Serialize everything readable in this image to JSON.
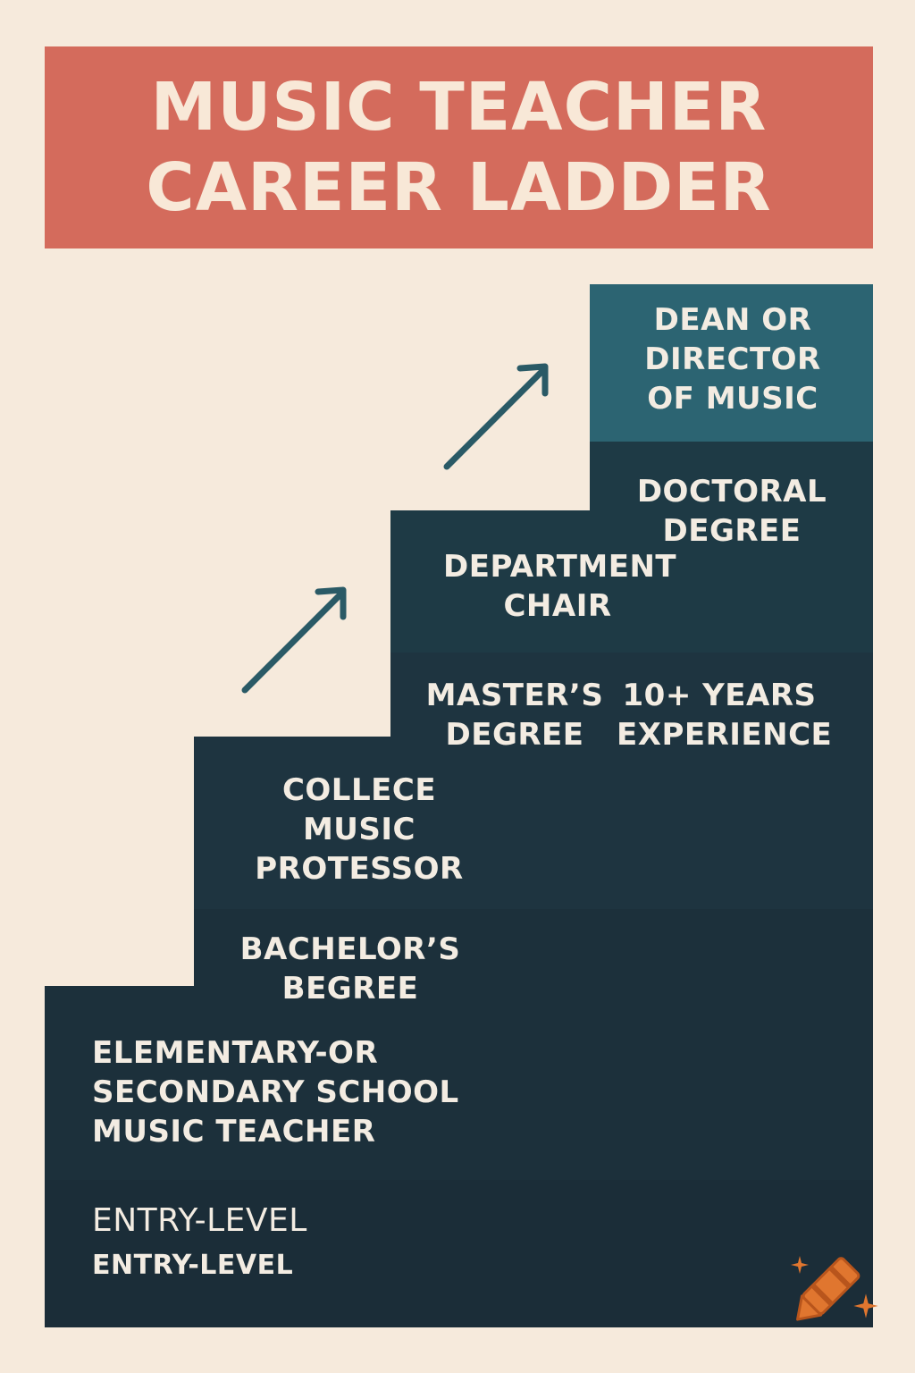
{
  "title": {
    "line1": "MUSIC TEACHER",
    "line2": "CAREER LADDER"
  },
  "steps": {
    "entry_level": {
      "line1": "ENTRY-LEVEL",
      "line2": "ENTRY-LEVEL"
    },
    "school_teacher": "ELEMENTARY-OR\nSECONDARY SCHOOL\nMUSIC TEACHER",
    "bachelors": "BACHELOR’S\nBEGREE",
    "college_professor": "COLLECE\nMUSIC\nPROTESSOR",
    "masters": "MASTER’S\nDEGREE",
    "experience": "10+ YEARS\nEXPERIENCE",
    "department_chair": "DEPARTMENT\nCHAIR",
    "doctoral": "DOCTORAL\nDEGREE",
    "dean": "DEAN OR\nDIRECTOR\nOF MUSIC"
  },
  "colors": {
    "background": "#f6eadc",
    "banner": "#d46b5c",
    "banner_text": "#f8e8d7",
    "step_dark": "#1c2f3a",
    "step_mid": "#1e3a44",
    "step_top": "#2c6472",
    "arrow": "#2a5a66",
    "crayon": "#e0762f"
  },
  "icons": [
    "up-right-arrow-icon",
    "crayon-logo-icon",
    "sparkle-icon"
  ]
}
